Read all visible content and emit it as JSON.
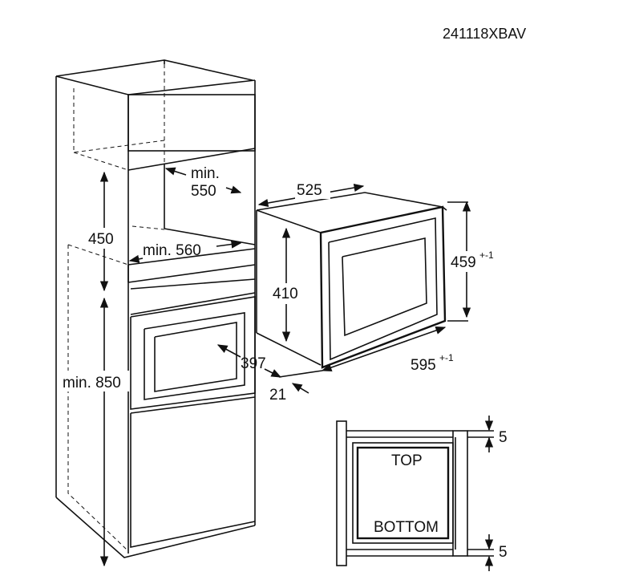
{
  "diagram": {
    "model_code": "241118XBAV",
    "labels": {
      "min_550_line1": "min.",
      "min_550_line2": "550",
      "dim_450": "450",
      "min_560": "min. 560",
      "min_850": "min. 850",
      "dim_525": "525",
      "dim_410": "410",
      "dim_459": "459",
      "dim_459_tol": "+-1",
      "dim_397": "397",
      "dim_595": "595",
      "dim_595_tol": "+-1",
      "dim_21": "21",
      "top": "TOP",
      "bottom": "BOTTOM",
      "gap_top": "5",
      "gap_bottom": "5"
    },
    "colors": {
      "line": "#111111",
      "background": "#ffffff"
    }
  }
}
